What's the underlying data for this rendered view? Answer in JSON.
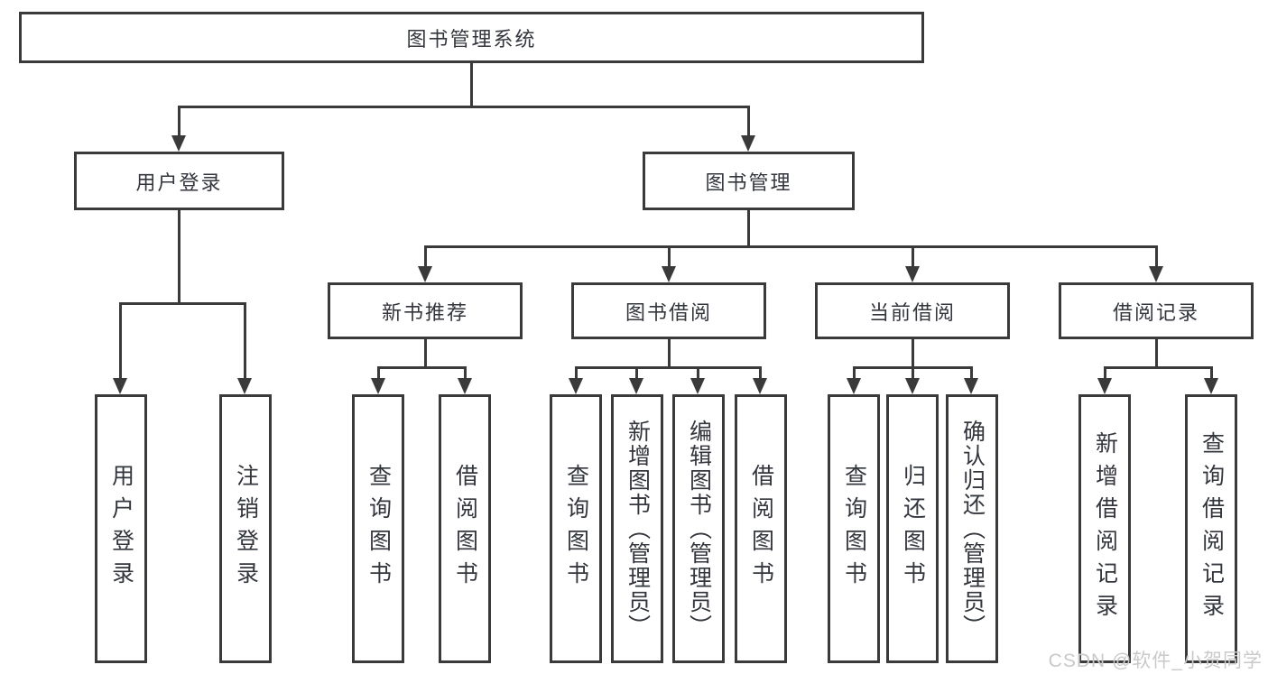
{
  "nodes": {
    "root": "图书管理系统",
    "level2": [
      "用户登录",
      "图书管理"
    ],
    "level3": [
      "新书推荐",
      "图书借阅",
      "当前借阅",
      "借阅记录"
    ],
    "groups": [
      {
        "parent": "用户登录",
        "children": [
          "用户登录",
          "注销登录"
        ]
      },
      {
        "parent": "新书推荐",
        "children": [
          "查询图书",
          "借阅图书"
        ]
      },
      {
        "parent": "图书借阅",
        "children": [
          "查询图书",
          "新增图书（管理员）",
          "编辑图书（管理员）",
          "借阅图书"
        ]
      },
      {
        "parent": "当前借阅",
        "children": [
          "查询图书",
          "归还图书",
          "确认归还（管理员）"
        ]
      },
      {
        "parent": "借阅记录",
        "children": [
          "新增借阅记录",
          "查询借阅记录"
        ]
      }
    ]
  },
  "watermark": "CSDN @软件_小贺同学",
  "colors": {
    "line": "#3a3a3a",
    "text": "#33363c",
    "watermark": "#c9c9c9",
    "background": "#ffffff"
  }
}
